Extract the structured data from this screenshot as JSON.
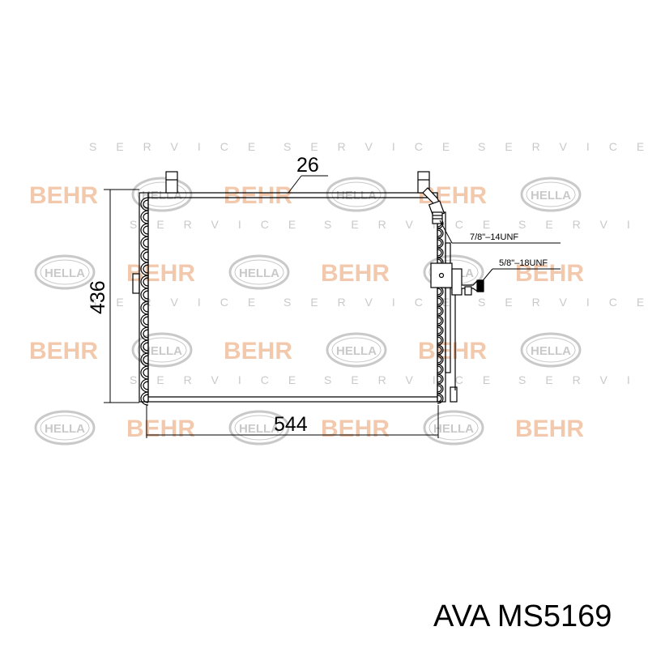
{
  "watermark": {
    "behr": "BEHR",
    "hella": "HELLA",
    "service": "SERVICE",
    "behr_color": "#f3c9ad",
    "hella_color": "#c9c9c9"
  },
  "dimensions": {
    "top": "26",
    "height": "436",
    "width": "544"
  },
  "threads": {
    "upper": "7/8\"–14UNF",
    "lower": "5/8\"–18UNF"
  },
  "caption": {
    "text": "AVA MS5169"
  }
}
